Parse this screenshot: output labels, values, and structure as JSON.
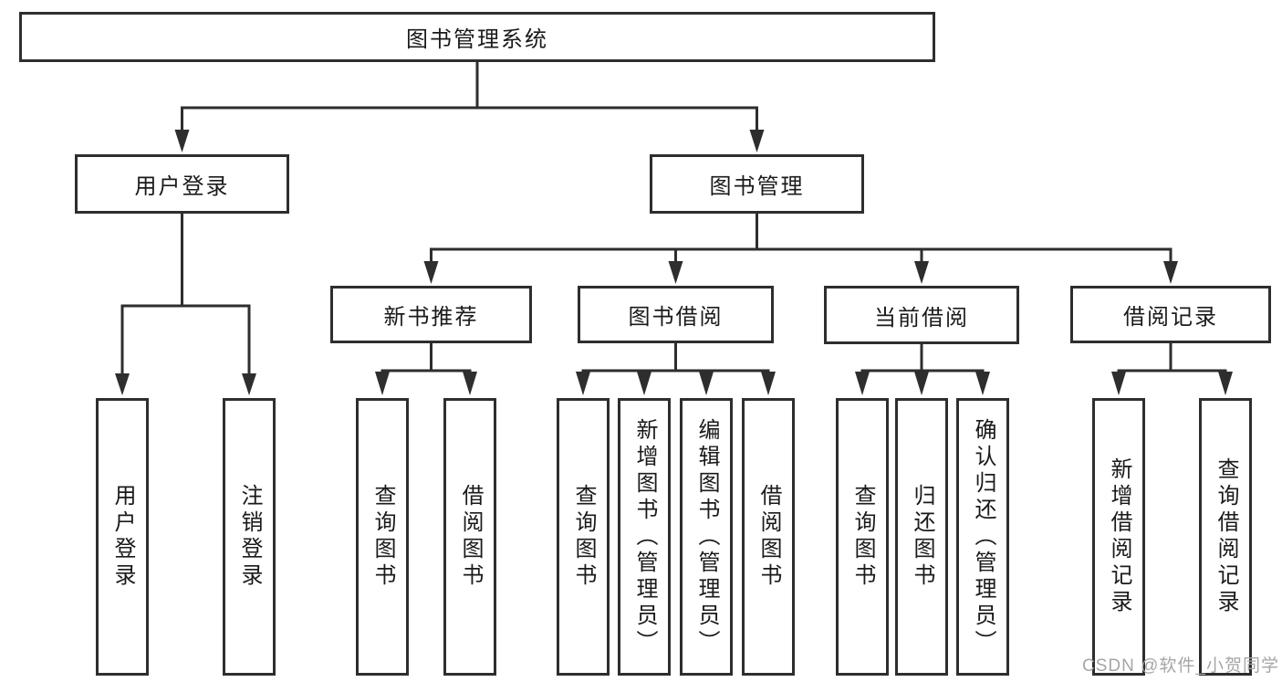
{
  "diagram": {
    "root": {
      "label": "图书管理系统"
    },
    "level2": [
      {
        "label": "用户登录"
      },
      {
        "label": "图书管理"
      }
    ],
    "level3": [
      {
        "label": "新书推荐"
      },
      {
        "label": "图书借阅"
      },
      {
        "label": "当前借阅"
      },
      {
        "label": "借阅记录"
      }
    ],
    "leaves": {
      "user_login": [
        "用户登录",
        "注销登录"
      ],
      "new_book": [
        "查询图书",
        "借阅图书"
      ],
      "book_borrow": [
        "查询图书",
        "新增图书（管理员）",
        "编辑图书（管理员）",
        "借阅图书"
      ],
      "current_borrow": [
        "查询图书",
        "归还图书",
        "确认归还（管理员）"
      ],
      "borrow_record": [
        "新增借阅记录",
        "查询借阅记录"
      ]
    }
  },
  "watermark": {
    "text": "CSDN @软件_小贺同学"
  },
  "colors": {
    "line": "#2e2e2e",
    "text": "#1a1a1a",
    "watermark": "#a6a6a6",
    "background": "#ffffff"
  }
}
